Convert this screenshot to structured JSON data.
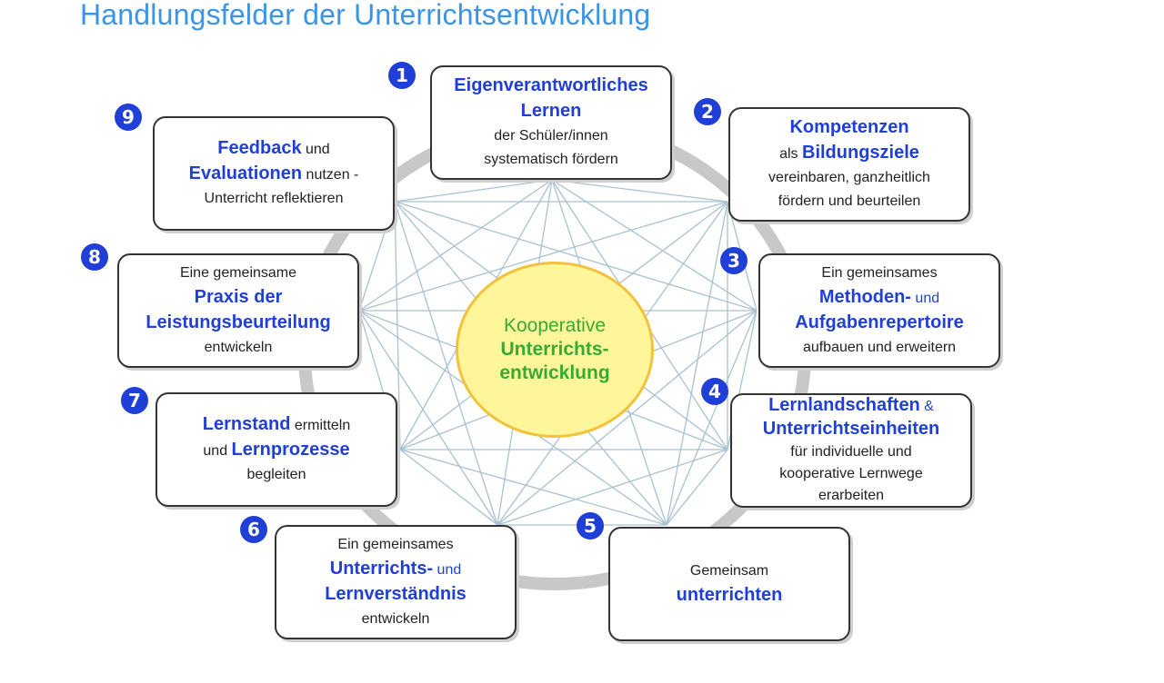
{
  "title": "Handlungsfelder der Unterrichtsentwicklung",
  "center": {
    "line1": "Kooperative",
    "line2": "Unterrichts-",
    "line3": "entwicklung"
  },
  "fields": [
    {
      "number": "1",
      "lines": [
        [
          {
            "t": "Eigenverantwortliches",
            "s": "b"
          }
        ],
        [
          {
            "t": "Lernen",
            "s": "b"
          }
        ],
        [
          {
            "t": "der Schüler/innen",
            "s": "s"
          }
        ],
        [
          {
            "t": "systematisch fördern",
            "s": "s"
          }
        ]
      ]
    },
    {
      "number": "2",
      "lines": [
        [
          {
            "t": "Kompetenzen",
            "s": "b"
          }
        ],
        [
          {
            "t": "als ",
            "s": "s"
          },
          {
            "t": "Bildungsziele",
            "s": "b"
          }
        ],
        [
          {
            "t": "vereinbaren, ganzheitlich",
            "s": "s"
          }
        ],
        [
          {
            "t": "fördern und beurteilen",
            "s": "s"
          }
        ]
      ]
    },
    {
      "number": "3",
      "lines": [
        [
          {
            "t": "Ein gemeinsames",
            "s": "s"
          }
        ],
        [
          {
            "t": "Methoden-",
            "s": "b"
          },
          {
            "t": " und",
            "s": "bsmall"
          }
        ],
        [
          {
            "t": "Aufgabenrepertoire",
            "s": "b"
          }
        ],
        [
          {
            "t": "aufbauen und erweitern",
            "s": "s"
          }
        ]
      ]
    },
    {
      "number": "4",
      "lines": [
        [
          {
            "t": "Lernlandschaften",
            "s": "b"
          },
          {
            "t": " &",
            "s": "bsmall"
          }
        ],
        [
          {
            "t": "Unterrichtseinheiten",
            "s": "b"
          }
        ],
        [
          {
            "t": "für individuelle und",
            "s": "s"
          }
        ],
        [
          {
            "t": "kooperative Lernwege",
            "s": "s"
          }
        ],
        [
          {
            "t": "erarbeiten",
            "s": "s"
          }
        ]
      ]
    },
    {
      "number": "5",
      "lines": [
        [
          {
            "t": "Gemeinsam",
            "s": "s"
          }
        ],
        [
          {
            "t": "unterrichten",
            "s": "b"
          }
        ]
      ]
    },
    {
      "number": "6",
      "lines": [
        [
          {
            "t": "Ein gemeinsames",
            "s": "s"
          }
        ],
        [
          {
            "t": "Unterrichts-",
            "s": "b"
          },
          {
            "t": " und",
            "s": "bsmall"
          }
        ],
        [
          {
            "t": "Lernverständnis",
            "s": "b"
          }
        ],
        [
          {
            "t": "entwickeln",
            "s": "s"
          }
        ]
      ]
    },
    {
      "number": "7",
      "lines": [
        [
          {
            "t": "Lernstand",
            "s": "b"
          },
          {
            "t": " ermitteln",
            "s": "s"
          }
        ],
        [
          {
            "t": "und ",
            "s": "s"
          },
          {
            "t": "Lernprozesse",
            "s": "b"
          }
        ],
        [
          {
            "t": "begleiten",
            "s": "s"
          }
        ]
      ]
    },
    {
      "number": "8",
      "lines": [
        [
          {
            "t": "Eine gemeinsame",
            "s": "s"
          }
        ],
        [
          {
            "t": "Praxis der",
            "s": "b"
          }
        ],
        [
          {
            "t": "Leistungsbeurteilung",
            "s": "b"
          }
        ],
        [
          {
            "t": "entwickeln",
            "s": "s"
          }
        ]
      ]
    },
    {
      "number": "9",
      "lines": [
        [
          {
            "t": "Feedback",
            "s": "b"
          },
          {
            "t": " und",
            "s": "s"
          }
        ],
        [
          {
            "t": "Evaluationen",
            "s": "b"
          },
          {
            "t": " nutzen -",
            "s": "s"
          }
        ],
        [
          {
            "t": "Unterricht reflektieren",
            "s": "s"
          }
        ]
      ]
    }
  ]
}
